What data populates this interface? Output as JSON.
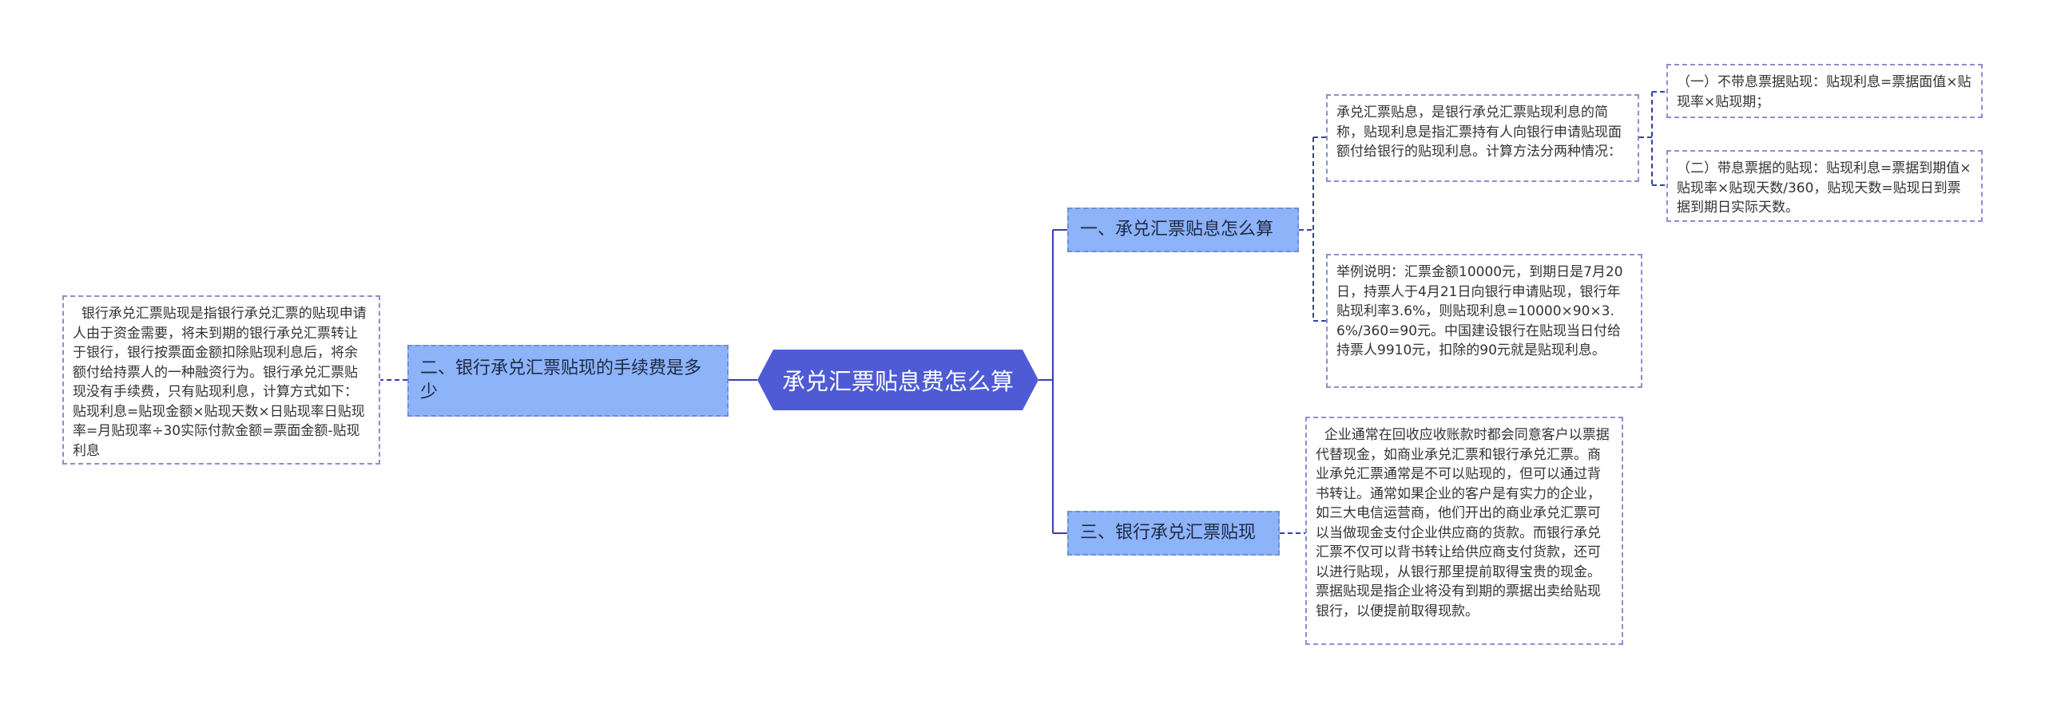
{
  "root": {
    "label": "承兑汇票贴息费怎么算"
  },
  "branches": [
    {
      "label": "一、承兑汇票贴息怎么算",
      "children": [
        {
          "text": "承兑汇票贴息，是银行承兑汇票贴现利息的简称，贴现利息是指汇票持有人向银行申请贴现面额付给银行的贴现利息。计算方法分两种情况：",
          "children": [
            {
              "text": "（一）不带息票据贴现：贴现利息=票据面值×贴现率×贴现期；"
            },
            {
              "text": "（二）带息票据的贴现：贴现利息=票据到期值×贴现率×贴现天数/360，贴现天数=贴现日到票据到期日实际天数。"
            }
          ]
        },
        {
          "text": "举例说明：汇票金额10000元，到期日是7月20日，持票人于4月21日向银行申请贴现，银行年贴现利率3.6%，则贴现利息=10000×90×3.6%/360=90元。中国建设银行在贴现当日付给持票人9910元，扣除的90元就是贴现利息。"
        }
      ]
    },
    {
      "label": "二、银行承兑汇票贴现的手续费是多少",
      "children": [
        {
          "text": "  银行承兑汇票贴现是指银行承兑汇票的贴现申请人由于资金需要，将未到期的银行承兑汇票转让于银行，银行按票面金额扣除贴现利息后，将余额付给持票人的一种融资行为。银行承兑汇票贴现没有手续费，只有贴现利息，计算方式如下：贴现利息=贴现金额×贴现天数×日贴现率日贴现率=月贴现率÷30实际付款金额=票面金额-贴现利息"
        }
      ]
    },
    {
      "label": "三、银行承兑汇票贴现",
      "children": [
        {
          "text": "  企业通常在回收应收账款时都会同意客户以票据代替现金，如商业承兑汇票和银行承兑汇票。商业承兑汇票通常是不可以贴现的，但可以通过背书转让。通常如果企业的客户是有实力的企业，如三大电信运营商，他们开出的商业承兑汇票可以当做现金支付企业供应商的货款。而银行承兑汇票不仅可以背书转让给供应商支付货款，还可以进行贴现，从银行那里提前取得宝贵的现金。票据贴现是指企业将没有到期的票据出卖给贴现银行，以便提前取得现款。"
        }
      ]
    }
  ],
  "colors": {
    "root_fill": "#4f5bd5",
    "branch_fill": "#8db3f8",
    "connector": "#3a3fb0",
    "leaf_border": "#8a8fd0"
  }
}
